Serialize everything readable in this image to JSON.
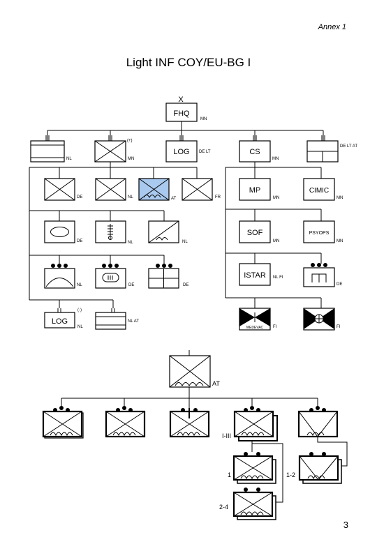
{
  "header": {
    "annex": "Annex 1",
    "title": "Light INF COY/EU-BG I"
  },
  "page_number": "3",
  "top_tree": {
    "root": {
      "size_mark": "X",
      "text": "FHQ",
      "label": "MN"
    },
    "row1": [
      {
        "text": "",
        "label": "NL"
      },
      {
        "text": "",
        "mark": "(+)",
        "label": "MN"
      },
      {
        "text": "LOG",
        "label": "DE LT"
      },
      {
        "text": "CS",
        "label": "MN"
      },
      {
        "text": "",
        "label": "DE LT AT"
      }
    ],
    "left_branch": [
      {
        "text": "",
        "label": "DE"
      },
      {
        "text": "",
        "label": "NL"
      },
      {
        "text": "",
        "label": "AT"
      },
      {
        "text": "",
        "label": "FR"
      },
      {
        "text": "",
        "label": "DE"
      },
      {
        "text": "",
        "label": "NL"
      },
      {
        "text": "",
        "label": "NL"
      },
      {
        "text": "",
        "label": "NL"
      },
      {
        "text": "",
        "label": "DE"
      },
      {
        "text": "",
        "label": "DE"
      },
      {
        "text": "LOG",
        "mark": "(-)",
        "label": "NL"
      },
      {
        "text": "",
        "label": "NL AT"
      }
    ],
    "right_branch": [
      {
        "text": "MP",
        "label": "MN"
      },
      {
        "text": "CIMIC",
        "label": "MN"
      },
      {
        "text": "SOF",
        "label": "MN"
      },
      {
        "text": "PSYOPS",
        "label": "MN"
      },
      {
        "text": "ISTAR",
        "label": "NL FI"
      },
      {
        "text": "",
        "label": "DE"
      },
      {
        "text": "MEDEVAC",
        "label": "FI"
      },
      {
        "text": "",
        "label": "FI"
      }
    ]
  },
  "bottom_tree": {
    "root_label": "AT",
    "labels": [
      "I-III",
      "1",
      "1-2",
      "2-4"
    ]
  },
  "colors": {
    "highlight_fill": "#a9c9ee",
    "line": "#000000"
  }
}
